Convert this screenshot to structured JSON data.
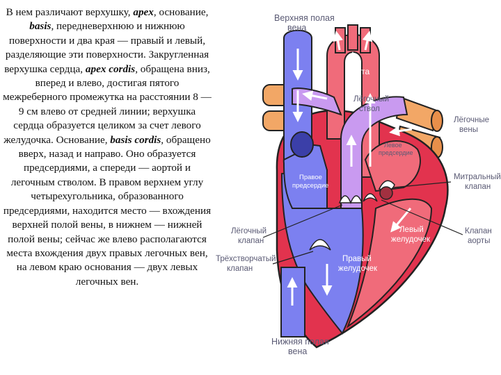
{
  "text": {
    "p01": "В нем различают верхушку,",
    "p02": "apex",
    "p03": ", основание,",
    "p04": "basis",
    "p05": ", передневерхнюю и нижнюю поверхности и два края — правый и левый, разделяющие эти поверхности. Закругленная верхушка сердца,",
    "p06": "apex cordis",
    "p07": ", обращена вниз, вперед и влево, достигая пятого межреберного промежутка на расстоянии 8 — 9 см влево от средней линии; верхушка сердца образуется целиком за счет левого желудочка. Основание,",
    "p08": "basis cordis",
    "p09": ", обращено вверх, назад и направо. Оно образуется предсердиями, а спереди — аортой и легочным стволом. В правом верхнем углу четырехугольника, образованного предсердиями, находится место — вхождения верхней полой вены, в нижнем — нижней полой вены; сейчас же влево располагаются места вхождения двух правых легочных вен, на левом краю основания — двух левых легочных вен."
  },
  "labels": {
    "svc1": "Верхняя полая",
    "svc2": "вена",
    "aorta": "Аорта",
    "pt1": "Лёгочный",
    "pt2": "ствол",
    "pv1": "Лёгочные",
    "pv2": "вены",
    "la1": "Левое",
    "la2": "предсердие",
    "ra1": "Правое",
    "ra2": "предсердие",
    "mv1": "Митральный",
    "mv2": "клапан",
    "pulv1": "Лёгочный",
    "pulv2": "клапан",
    "av1": "Клапан",
    "av2": "аорты",
    "tv1": "Трёхстворчатый",
    "tv2": "клапан",
    "lv1": "Левый",
    "lv2": "желудочек",
    "rv1": "Правый",
    "rv2": "желудочек",
    "ivc1": "Нижняя полая",
    "ivc2": "вена"
  },
  "colors": {
    "vena_blue": "#7c80f0",
    "vena_dark": "#3b3fa8",
    "oxygen_red": "#f06b7a",
    "heart_wall": "#e2334e",
    "pulmonary_purple": "#c99af0",
    "pulmonary_vein": "#f2a766",
    "background": "#ffffff"
  }
}
